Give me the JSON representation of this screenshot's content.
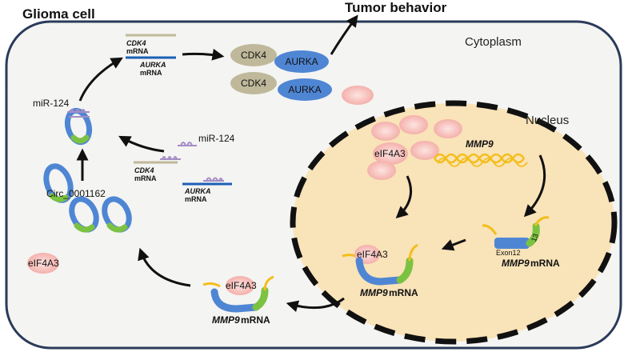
{
  "title": "Glioma cell",
  "outcome": "Tumor behavior",
  "compartments": {
    "cytoplasm": "Cytoplasm",
    "nucleus": "Nucleus"
  },
  "proteins": {
    "cdk4": "CDK4",
    "aurka": "AURKA"
  },
  "top_mrna": {
    "cdk4_gene": "CDK4",
    "cdk4_word": "mRNA",
    "aurka_gene": "AURKA",
    "aurka_word": "mRNA"
  },
  "mid_mrna": {
    "cdk4_gene": "CDK4",
    "cdk4_word": "mRNA",
    "aurka_gene": "AURKA",
    "aurka_word": "mRNA",
    "mir": "miR-124"
  },
  "mir_label": "miR-124",
  "circ_label": "Circ_0001162",
  "eif_cyto": "eIF4A3",
  "eif_nucleus": "eIF4A3",
  "eif_complex": "eIF4A3",
  "eif_exported": "eIF4A3",
  "mmp9_gene": "MMP9",
  "mmp9_mrna_gene": "MMP9",
  "mmp9_mrna_word": "mRNA",
  "complex_gene": "MMP9",
  "complex_word": "mRNA",
  "exported_gene": "MMP9",
  "exported_word": "mRNA",
  "exon12": "Exon12",
  "exon13": "13",
  "colors": {
    "cell_fill": "#f4f4f2",
    "cell_stroke": "#2a3a5a",
    "nucleus_fill": "#f9e3b8",
    "blue": "#4f86d4",
    "green": "#7cc242",
    "yellow": "#f4be1b",
    "tan": "#bfb89a",
    "purple": "#a48dc6",
    "pink": "#f5b9b4",
    "navy": "#1a5fb4"
  }
}
